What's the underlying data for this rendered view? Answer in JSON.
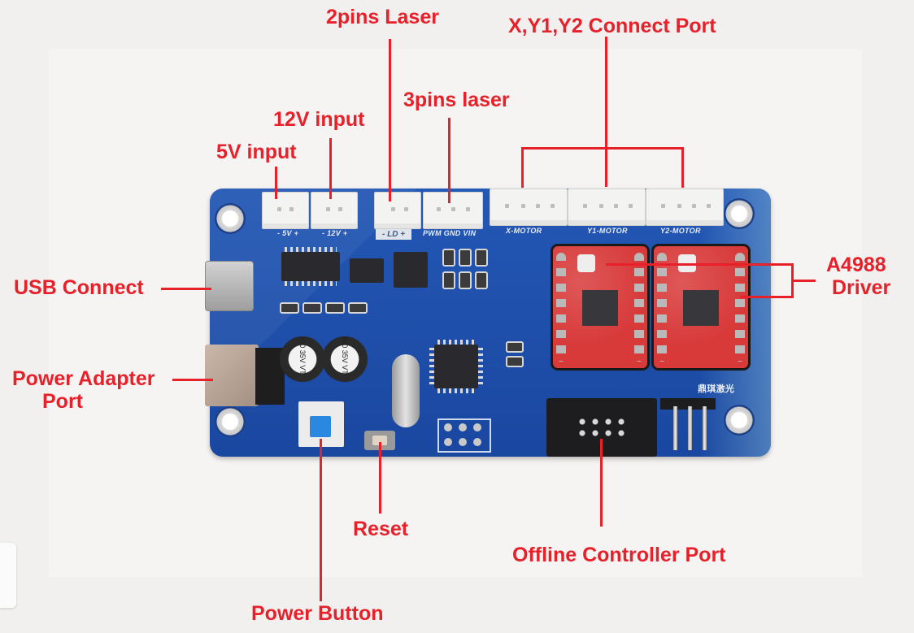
{
  "annotations": {
    "pins2_laser": "2pins Laser",
    "xy_connect": "X,Y1,Y2 Connect Port",
    "pins3_laser": "3pins laser",
    "v12_input": "12V input",
    "v5_input": "5V input",
    "usb_connect": "USB Connect",
    "power_adapter_line1": "Power Adapter",
    "power_adapter_line2": "Port",
    "a4988_line1": "A4988",
    "a4988_line2": "Driver",
    "reset": "Reset",
    "offline_controller": "Offline Controller Port",
    "power_button": "Power Button"
  },
  "silkscreen": {
    "v5": "- 5V +",
    "v12": "- 12V +",
    "ld": "- LD +",
    "pwm_gnd_vin": "PWM GND VIN",
    "x_motor": "X-MOTOR",
    "y1_motor": "Y1-MOTOR",
    "y2_motor": "Y2-MOTOR",
    "cap_label": "100 35V VT",
    "brand_cn": "鼎琪激光"
  },
  "colors": {
    "annotation": "#e8202a",
    "board": "#1f4fa8",
    "driver": "#d83a3a",
    "background": "#f1f0ee"
  }
}
